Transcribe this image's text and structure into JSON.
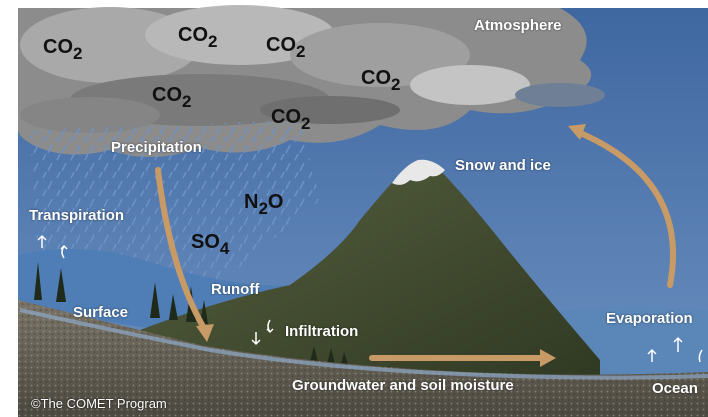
{
  "labels": {
    "atmosphere": "Atmosphere",
    "precipitation": "Precipitation",
    "snow_and_ice": "Snow and ice",
    "transpiration": "Transpiration",
    "runoff": "Runoff",
    "surface": "Surface",
    "infiltration": "Infiltration",
    "evaporation": "Evaporation",
    "groundwater": "Groundwater and soil moisture",
    "ocean": "Ocean"
  },
  "gases": [
    {
      "base": "CO",
      "sub": "2"
    },
    {
      "base": "CO",
      "sub": "2"
    },
    {
      "base": "CO",
      "sub": "2"
    },
    {
      "base": "CO",
      "sub": "2"
    },
    {
      "base": "CO",
      "sub": "2"
    },
    {
      "base": "CO",
      "sub": "2"
    },
    {
      "base": "N",
      "sub": "2",
      "tail": "O"
    },
    {
      "base": "SO",
      "sub": "4"
    }
  ],
  "credit": "©The COMET Program",
  "colors": {
    "sky": "#4a72a8",
    "clouds": "#8e8e8e",
    "mountain": "#3e4a2e",
    "snow": "#e8e8e8",
    "water": "#5a86b8",
    "ground": "#6e6a60",
    "arrows": "#c79a66",
    "label_text": "#ffffff",
    "gas_text": "#111111"
  }
}
